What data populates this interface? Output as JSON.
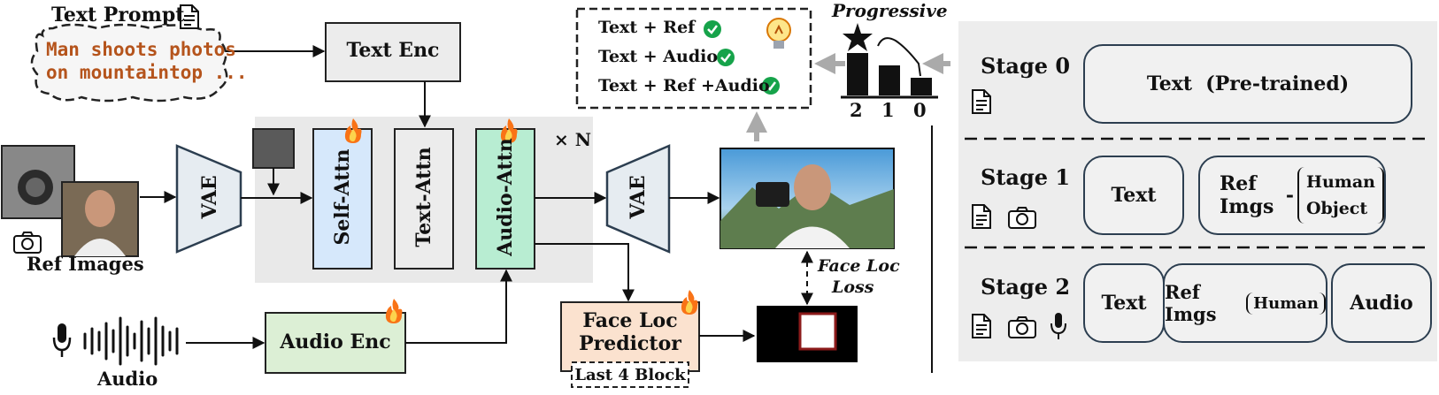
{
  "text_prompt": {
    "title": "Text Prompt",
    "content_line1": "Man shoots photos",
    "content_line2": "on mountaintop ..."
  },
  "text_enc": "Text Enc",
  "ref_images_label": "Ref Images",
  "vae_left": "VAE",
  "vae_right": "VAE",
  "self_attn": "Self-Attn",
  "text_attn": "Text-Attn",
  "audio_attn": "Audio-Attn",
  "repeat_label": "× N",
  "audio_label": "Audio",
  "audio_enc": "Audio Enc",
  "face_loc_predictor": {
    "line1": "Face Loc",
    "line2": "Predictor",
    "tag": "Last 4 Block"
  },
  "face_loc_loss": {
    "line1": "Face Loc",
    "line2": "Loss"
  },
  "conditions": [
    "Text + Ref",
    "Text + Audio",
    "Text + Ref +Audio"
  ],
  "progressive": {
    "title": "Progressive",
    "bar_labels": [
      "2",
      "1",
      "0"
    ]
  },
  "stages": [
    {
      "title": "Stage 0",
      "box": "Text  (Pre-trained)"
    },
    {
      "title": "Stage 1",
      "box_text": "Text",
      "box_ref": "Ref Imgs",
      "ref_items": [
        "Human",
        "Object"
      ]
    },
    {
      "title": "Stage 2",
      "box_text": "Text",
      "box_ref": "Ref Imgs",
      "ref_items": [
        "Human"
      ],
      "box_audio": "Audio"
    }
  ],
  "colors": {
    "self_attn": "#d6e8fb",
    "audio_attn": "#b8edd2",
    "audio_enc": "#dcefd5",
    "face_loc": "#fbe2cf",
    "prompt_text": "#b5541c",
    "check": "#16a34a",
    "right_panel": "#ededed"
  }
}
